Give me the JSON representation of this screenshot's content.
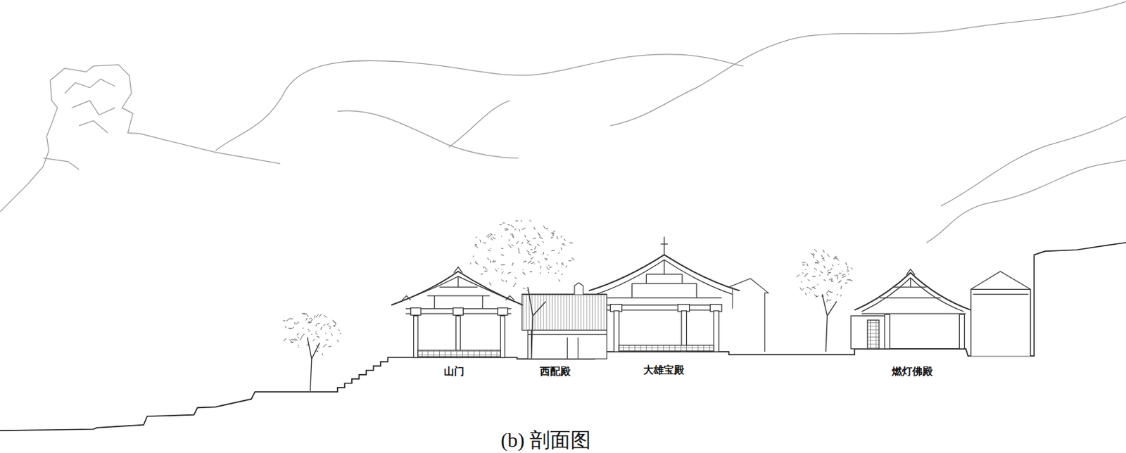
{
  "diagram": {
    "caption": "(b) 剖面图",
    "labels": [
      "山门",
      "西配殿",
      "大雄宝殿",
      "燃灯佛殿"
    ]
  }
}
